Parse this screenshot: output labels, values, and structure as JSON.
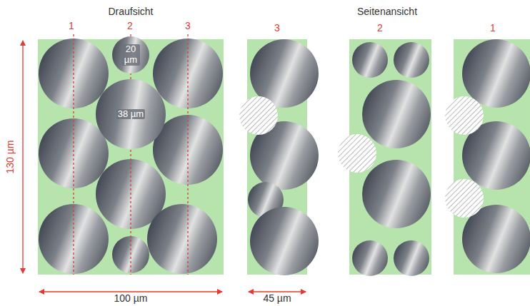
{
  "diagram": {
    "nodes": [
      {
        "text": [
          "20 µm"
        ]
      },
      {
        "text": [
          "38 µm"
        ]
      }
    ],
    "labels": [
      "Draufsicht",
      "Seitenansicht",
      "1",
      "2",
      "3",
      "3",
      "2",
      "1",
      "130 µm",
      "100 µm",
      "45 µm"
    ]
  }
}
